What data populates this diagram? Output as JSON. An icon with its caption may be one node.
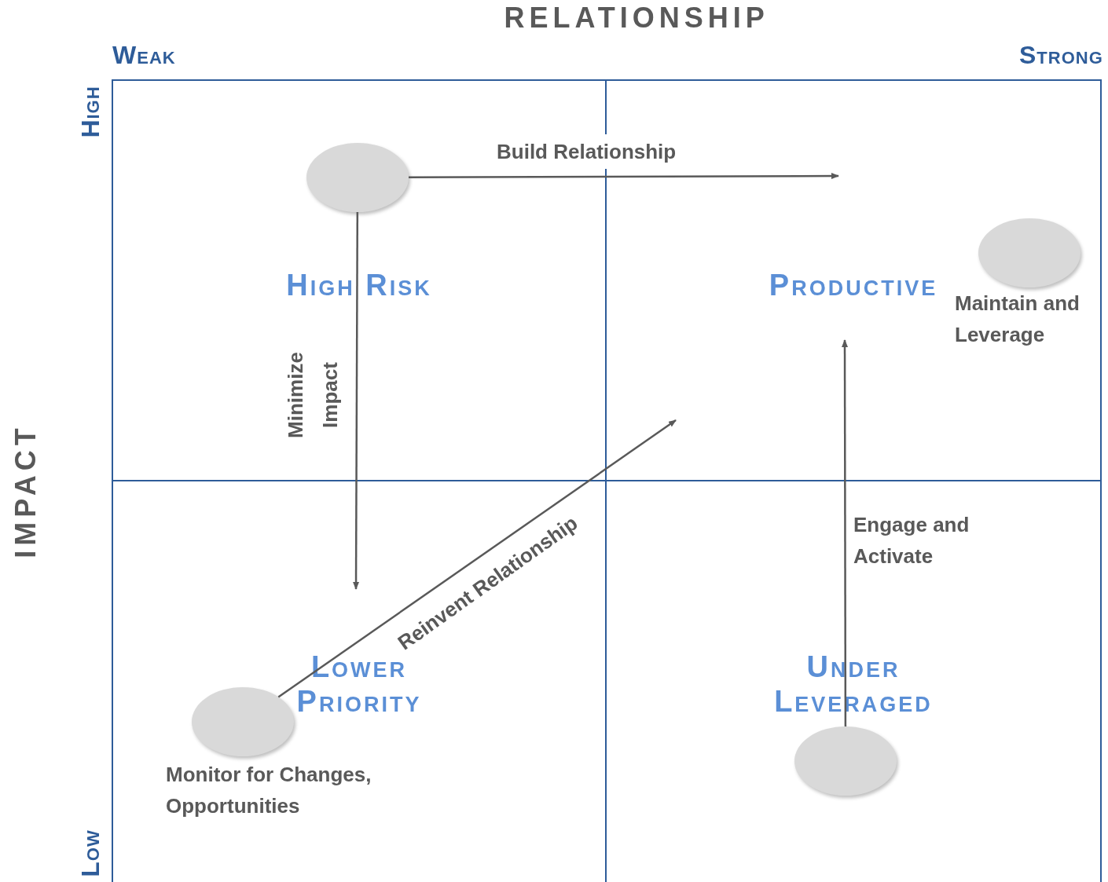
{
  "diagram": {
    "title": "RELATIONSHIP",
    "nodes": [
      {
        "text": [
          "High Risk"
        ]
      },
      {
        "text": [
          "Productive"
        ]
      },
      {
        "text": [
          "Lower Priority"
        ]
      },
      {
        "text": [
          "Under Leveraged"
        ]
      },
      {
        "text": [],
        "shape": "circle",
        "in": 0
      },
      {
        "text": [],
        "shape": "circle",
        "in": 1,
        "beside": [
          "Maintain and Leverage"
        ]
      },
      {
        "text": [],
        "shape": "circle",
        "in": 2,
        "beside": [
          "Monitor for Changes, Opportunities"
        ]
      },
      {
        "text": [],
        "shape": "circle",
        "in": 3
      }
    ],
    "edges": [
      {
        "from": 4,
        "to": null,
        "arrow": "to",
        "label": "Build Relationship"
      },
      {
        "from": 4,
        "to": null,
        "arrow": "to",
        "label": "Minimize Impact"
      },
      {
        "from": 6,
        "to": null,
        "arrow": "to",
        "label": "Reinvent Relationship"
      },
      {
        "from": 7,
        "to": null,
        "arrow": "to",
        "label": "Engage and Activate"
      }
    ],
    "labels": [
      "Weak",
      "Strong",
      "High",
      "IMPACT",
      "Low"
    ]
  }
}
